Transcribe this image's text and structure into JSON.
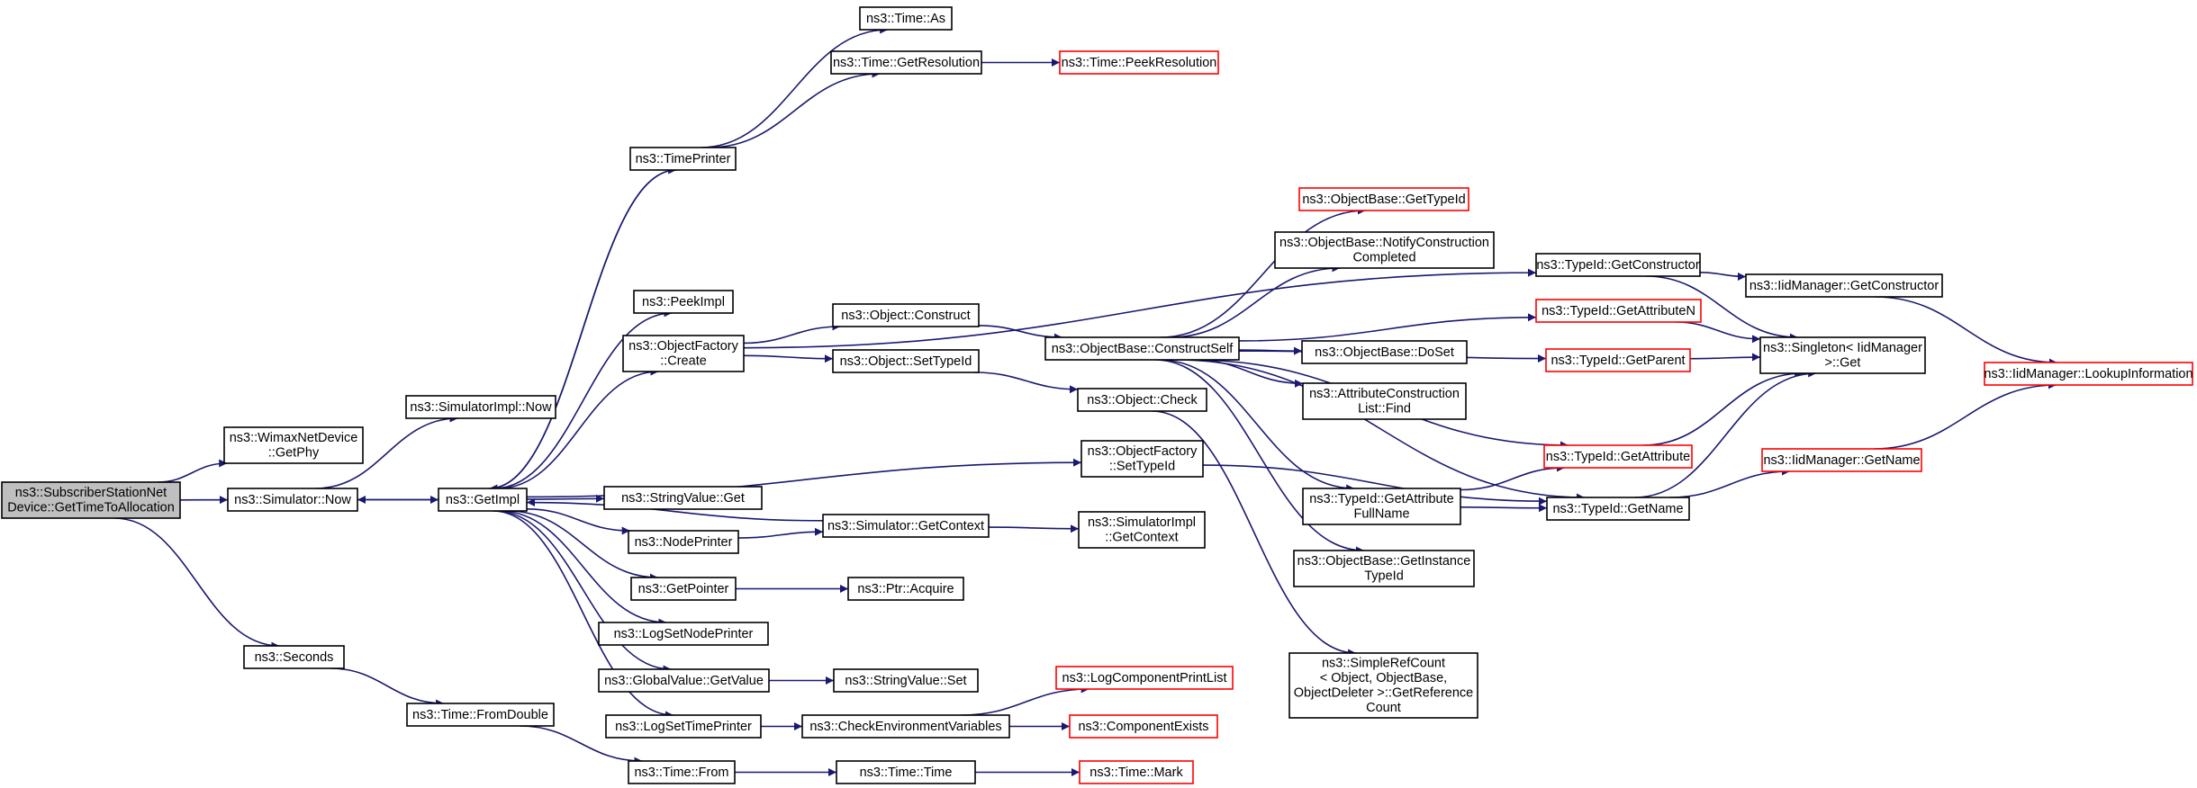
{
  "colors": {
    "root_fill": "#bfbfbf",
    "node_fill": "#ffffff",
    "normal_border": "#000000",
    "truncated_border": "#ff0000",
    "edge": "#191970"
  },
  "nodes": [
    {
      "id": "root",
      "lines": [
        "ns3::SubscriberStationNet",
        "Device::GetTimeToAllocation"
      ],
      "style": "root"
    },
    {
      "id": "wimax",
      "lines": [
        "ns3::WimaxNetDevice",
        "::GetPhy"
      ],
      "style": "normal"
    },
    {
      "id": "simnow",
      "lines": [
        "ns3::Simulator::Now"
      ],
      "style": "normal"
    },
    {
      "id": "seconds",
      "lines": [
        "ns3::Seconds"
      ],
      "style": "normal"
    },
    {
      "id": "simimplnow",
      "lines": [
        "ns3::SimulatorImpl::Now"
      ],
      "style": "normal"
    },
    {
      "id": "getimpl",
      "lines": [
        "ns3::GetImpl"
      ],
      "style": "normal"
    },
    {
      "id": "fromdouble",
      "lines": [
        "ns3::Time::FromDouble"
      ],
      "style": "normal"
    },
    {
      "id": "timeprinter",
      "lines": [
        "ns3::TimePrinter"
      ],
      "style": "normal"
    },
    {
      "id": "peekimpl",
      "lines": [
        "ns3::PeekImpl"
      ],
      "style": "normal"
    },
    {
      "id": "ofcreate",
      "lines": [
        "ns3::ObjectFactory",
        "::Create"
      ],
      "style": "normal"
    },
    {
      "id": "svget",
      "lines": [
        "ns3::StringValue::Get"
      ],
      "style": "normal"
    },
    {
      "id": "nodeprinter",
      "lines": [
        "ns3::NodePrinter"
      ],
      "style": "normal"
    },
    {
      "id": "getpointer",
      "lines": [
        "ns3::GetPointer"
      ],
      "style": "normal"
    },
    {
      "id": "logsetnode",
      "lines": [
        "ns3::LogSetNodePrinter"
      ],
      "style": "normal"
    },
    {
      "id": "gvgetvalue",
      "lines": [
        "ns3::GlobalValue::GetValue"
      ],
      "style": "normal"
    },
    {
      "id": "logsettime",
      "lines": [
        "ns3::LogSetTimePrinter"
      ],
      "style": "normal"
    },
    {
      "id": "timefrom",
      "lines": [
        "ns3::Time::From"
      ],
      "style": "normal"
    },
    {
      "id": "timeas",
      "lines": [
        "ns3::Time::As"
      ],
      "style": "normal"
    },
    {
      "id": "getres",
      "lines": [
        "ns3::Time::GetResolution"
      ],
      "style": "normal"
    },
    {
      "id": "objconstruct",
      "lines": [
        "ns3::Object::Construct"
      ],
      "style": "normal"
    },
    {
      "id": "objsettypeid",
      "lines": [
        "ns3::Object::SetTypeId"
      ],
      "style": "normal"
    },
    {
      "id": "simgetcontext",
      "lines": [
        "ns3::Simulator::GetContext"
      ],
      "style": "normal"
    },
    {
      "id": "ptracquire",
      "lines": [
        "ns3::Ptr::Acquire"
      ],
      "style": "normal"
    },
    {
      "id": "svset",
      "lines": [
        "ns3::StringValue::Set"
      ],
      "style": "normal"
    },
    {
      "id": "checkenv",
      "lines": [
        "ns3::CheckEnvironmentVariables"
      ],
      "style": "normal"
    },
    {
      "id": "timetime",
      "lines": [
        "ns3::Time::Time"
      ],
      "style": "normal"
    },
    {
      "id": "peekres",
      "lines": [
        "ns3::Time::PeekResolution"
      ],
      "style": "truncated"
    },
    {
      "id": "obconstructself",
      "lines": [
        "ns3::ObjectBase::ConstructSelf"
      ],
      "style": "normal"
    },
    {
      "id": "objcheck",
      "lines": [
        "ns3::Object::Check"
      ],
      "style": "normal"
    },
    {
      "id": "ofsettypeid",
      "lines": [
        "ns3::ObjectFactory",
        "::SetTypeId"
      ],
      "style": "normal"
    },
    {
      "id": "simimplgetcontext",
      "lines": [
        "ns3::SimulatorImpl",
        "::GetContext"
      ],
      "style": "normal"
    },
    {
      "id": "logcompprint",
      "lines": [
        "ns3::LogComponentPrintList"
      ],
      "style": "truncated"
    },
    {
      "id": "compexists",
      "lines": [
        "ns3::ComponentExists"
      ],
      "style": "truncated"
    },
    {
      "id": "timemark",
      "lines": [
        "ns3::Time::Mark"
      ],
      "style": "truncated"
    },
    {
      "id": "obgettypeid",
      "lines": [
        "ns3::ObjectBase::GetTypeId"
      ],
      "style": "truncated"
    },
    {
      "id": "obnotify",
      "lines": [
        "ns3::ObjectBase::NotifyConstruction",
        "Completed"
      ],
      "style": "normal"
    },
    {
      "id": "obdoset",
      "lines": [
        "ns3::ObjectBase::DoSet"
      ],
      "style": "normal"
    },
    {
      "id": "attrconstr",
      "lines": [
        "ns3::AttributeConstruction",
        "List::Find"
      ],
      "style": "normal"
    },
    {
      "id": "tidgetattrfull",
      "lines": [
        "ns3::TypeId::GetAttribute",
        "FullName"
      ],
      "style": "normal"
    },
    {
      "id": "obgetinst",
      "lines": [
        "ns3::ObjectBase::GetInstance",
        "TypeId"
      ],
      "style": "normal"
    },
    {
      "id": "simplerefcount",
      "lines": [
        "ns3::SimpleRefCount",
        "< Object, ObjectBase,",
        " ObjectDeleter >::GetReference",
        "Count"
      ],
      "style": "normal"
    },
    {
      "id": "tidgetconstructor",
      "lines": [
        "ns3::TypeId::GetConstructor"
      ],
      "style": "normal"
    },
    {
      "id": "tidgetattrn",
      "lines": [
        "ns3::TypeId::GetAttributeN"
      ],
      "style": "truncated"
    },
    {
      "id": "tidgetparent",
      "lines": [
        "ns3::TypeId::GetParent"
      ],
      "style": "truncated"
    },
    {
      "id": "tidgetattr",
      "lines": [
        "ns3::TypeId::GetAttribute"
      ],
      "style": "truncated"
    },
    {
      "id": "tidgetname",
      "lines": [
        "ns3::TypeId::GetName"
      ],
      "style": "normal"
    },
    {
      "id": "iidgetconstructor",
      "lines": [
        "ns3::IidManager::GetConstructor"
      ],
      "style": "normal"
    },
    {
      "id": "singletonget",
      "lines": [
        "ns3::Singleton< IidManager",
        " >::Get"
      ],
      "style": "normal"
    },
    {
      "id": "iidgetname",
      "lines": [
        "ns3::IidManager::GetName"
      ],
      "style": "truncated"
    },
    {
      "id": "iidlookup",
      "lines": [
        "ns3::IidManager::LookupInformation"
      ],
      "style": "truncated"
    }
  ],
  "edges": [
    [
      "root",
      "wimax"
    ],
    [
      "root",
      "simnow"
    ],
    [
      "root",
      "seconds"
    ],
    [
      "simnow",
      "simimplnow"
    ],
    [
      "simnow",
      "getimpl"
    ],
    [
      "seconds",
      "fromdouble"
    ],
    [
      "fromdouble",
      "timefrom"
    ],
    [
      "getimpl",
      "timeprinter"
    ],
    [
      "getimpl",
      "peekimpl"
    ],
    [
      "getimpl",
      "ofcreate"
    ],
    [
      "getimpl",
      "svget"
    ],
    [
      "getimpl",
      "nodeprinter"
    ],
    [
      "getimpl",
      "getpointer"
    ],
    [
      "getimpl",
      "logsetnode"
    ],
    [
      "getimpl",
      "gvgetvalue"
    ],
    [
      "getimpl",
      "logsettime"
    ],
    [
      "getimpl",
      "ofsettypeid"
    ],
    [
      "getimpl",
      "simnow"
    ],
    [
      "simgetcontext",
      "getimpl"
    ],
    [
      "timeprinter",
      "getimpl"
    ],
    [
      "timeprinter",
      "timeas"
    ],
    [
      "timeprinter",
      "getres"
    ],
    [
      "getres",
      "peekres"
    ],
    [
      "ofcreate",
      "objconstruct"
    ],
    [
      "ofcreate",
      "objsettypeid"
    ],
    [
      "ofcreate",
      "tidgetconstructor"
    ],
    [
      "objconstruct",
      "obconstructself"
    ],
    [
      "objsettypeid",
      "objcheck"
    ],
    [
      "nodeprinter",
      "simgetcontext"
    ],
    [
      "simgetcontext",
      "simimplgetcontext"
    ],
    [
      "getpointer",
      "ptracquire"
    ],
    [
      "gvgetvalue",
      "svset"
    ],
    [
      "logsettime",
      "checkenv"
    ],
    [
      "checkenv",
      "logcompprint"
    ],
    [
      "checkenv",
      "compexists"
    ],
    [
      "timefrom",
      "timetime"
    ],
    [
      "timetime",
      "timemark"
    ],
    [
      "obconstructself",
      "obgettypeid"
    ],
    [
      "obconstructself",
      "obnotify"
    ],
    [
      "obconstructself",
      "obdoset"
    ],
    [
      "obconstructself",
      "attrconstr"
    ],
    [
      "obconstructself",
      "tidgetattrfull"
    ],
    [
      "obconstructself",
      "obgetinst"
    ],
    [
      "obconstructself",
      "tidgetattrn"
    ],
    [
      "obconstructself",
      "tidgetattr"
    ],
    [
      "obconstructself",
      "tidgetname"
    ],
    [
      "obconstructself",
      "tidgetparent"
    ],
    [
      "objcheck",
      "simplerefcount"
    ],
    [
      "ofsettypeid",
      "tidgetname"
    ],
    [
      "tidgetattrfull",
      "tidgetattr"
    ],
    [
      "tidgetattrfull",
      "tidgetname"
    ],
    [
      "tidgetconstructor",
      "iidgetconstructor"
    ],
    [
      "tidgetconstructor",
      "singletonget"
    ],
    [
      "tidgetattrn",
      "singletonget"
    ],
    [
      "tidgetparent",
      "singletonget"
    ],
    [
      "tidgetattr",
      "singletonget"
    ],
    [
      "tidgetname",
      "singletonget"
    ],
    [
      "tidgetname",
      "iidgetname"
    ],
    [
      "iidgetconstructor",
      "iidlookup"
    ],
    [
      "iidgetname",
      "iidlookup"
    ]
  ]
}
